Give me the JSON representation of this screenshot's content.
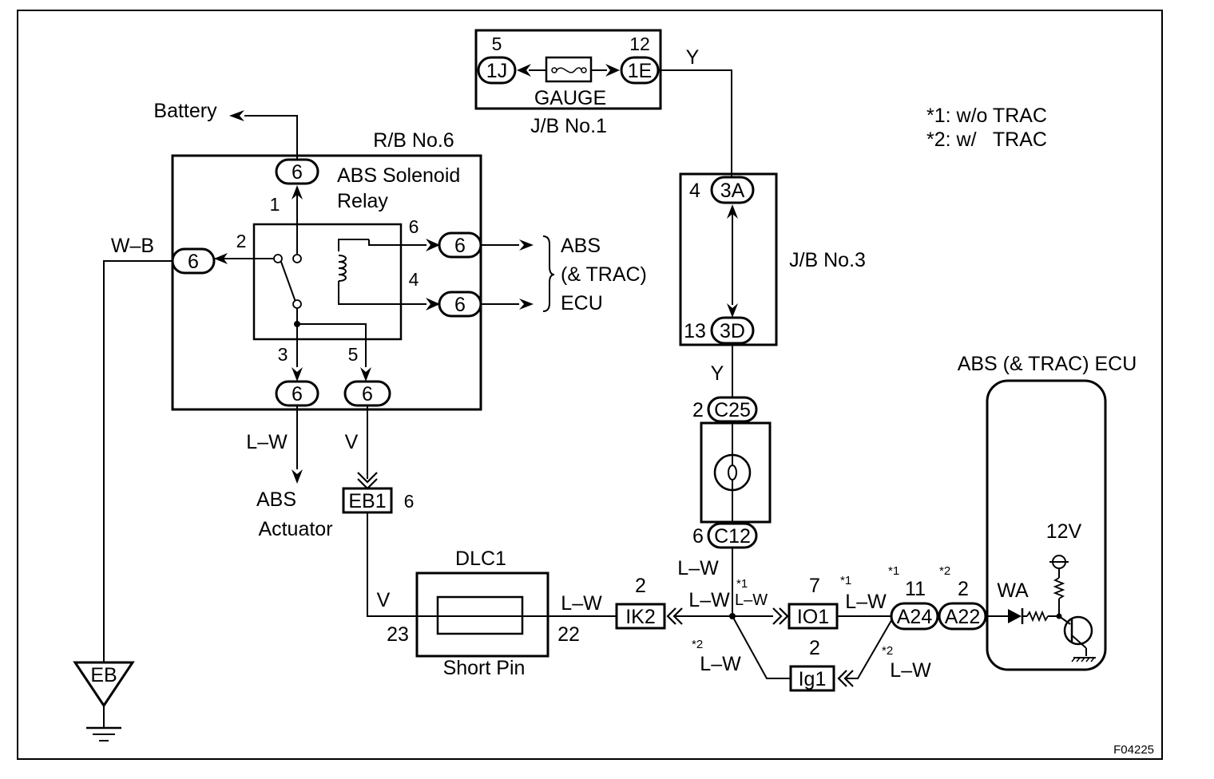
{
  "figure_id": "F04225",
  "notes": [
    "*1: w/o TRAC",
    "*2: w/   TRAC"
  ],
  "blocks": {
    "jb1": {
      "name": "J/B No.1",
      "fuse": "GAUGE",
      "left_connector": "1J",
      "left_pin": "5",
      "right_connector": "1E",
      "right_pin": "12"
    },
    "rb6": {
      "name": "R/B No.6",
      "relay_line1": "ABS Solenoid",
      "relay_line2": "Relay",
      "connector": "6",
      "pins": [
        "1",
        "2",
        "6",
        "4",
        "3",
        "5"
      ]
    },
    "jb3": {
      "name": "J/B No.3",
      "top_connector": "3A",
      "top_pin": "4",
      "bottom_connector": "3D",
      "bottom_pin": "13"
    },
    "meter": {
      "top_connector": "C25",
      "top_pin": "2",
      "bottom_connector": "C12",
      "bottom_pin": "6"
    },
    "dlc1": {
      "name": "DLC1",
      "caption": "Short Pin",
      "left_pin": "23",
      "right_pin": "22"
    },
    "ecu": {
      "title": "ABS (& TRAC) ECU",
      "terminal": "WA",
      "voltage": "12V"
    }
  },
  "labels": {
    "battery": "Battery",
    "abs_ecu_lines": [
      "ABS",
      "(& TRAC)",
      "ECU"
    ],
    "actuator_lines": [
      "ABS",
      "Actuator"
    ],
    "ground": "EB"
  },
  "wires": {
    "wb": "W–B",
    "y": "Y",
    "lw": "L–W",
    "v": "V"
  },
  "connectors": {
    "eb1": {
      "id": "EB1",
      "pin": "6"
    },
    "ik2": {
      "id": "IK2",
      "pin": "2"
    },
    "io1": {
      "id": "IO1",
      "pin": "7",
      "note": "*1"
    },
    "ig1": {
      "id": "Ig1",
      "pin": "2"
    },
    "a24": {
      "id": "A24",
      "pin": "11",
      "note": "*1"
    },
    "a22": {
      "id": "A22",
      "pin": "2",
      "note": "*2"
    }
  },
  "star_notes": {
    "n1": "*1",
    "n2": "*2"
  }
}
